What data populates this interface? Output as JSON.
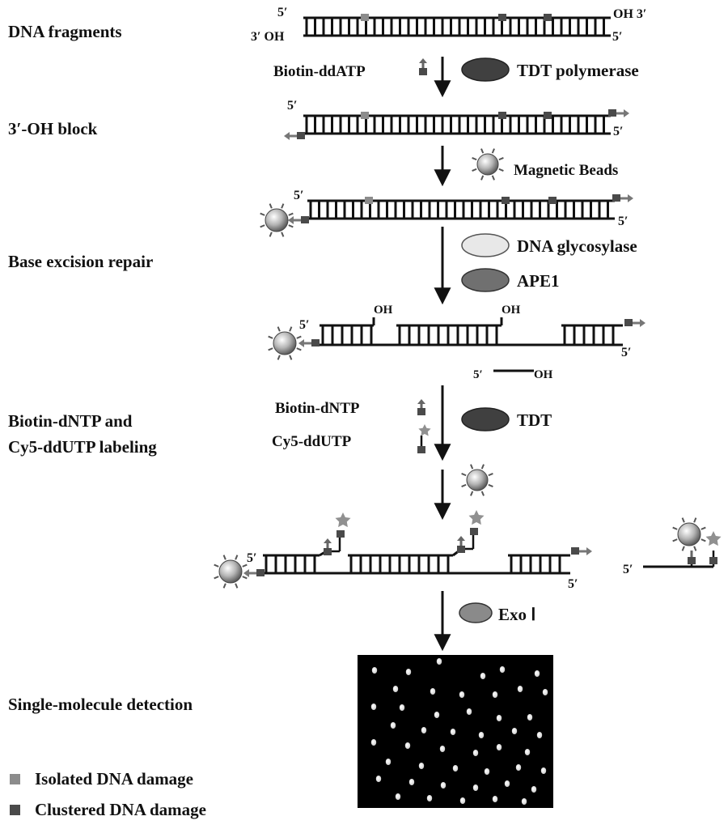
{
  "steps": {
    "dna_fragments": "DNA fragments",
    "oh_block": "3′-OH  block",
    "ber": "Base excision repair",
    "labeling_line1": "Biotin-dNTP and",
    "labeling_line2": "Cy5-ddUTP labeling",
    "detection": "Single-molecule detection"
  },
  "labels": {
    "five_prime": "5′",
    "oh3": "OH 3′",
    "three_oh": "3′ OH",
    "oh": "OH",
    "biotin_ddatp": "Biotin-ddATP",
    "tdt_polymerase": "TDT polymerase",
    "magnetic_beads": "Magnetic  Beads",
    "dna_glycosylase": "DNA glycosylase",
    "ape1": "APE1",
    "biotin_dntp": "Biotin-dNTP",
    "cy5_ddutp": "Cy5-ddUTP",
    "tdt": "TDT",
    "exo": "Exo  Ⅰ"
  },
  "legend": {
    "isolated": "Isolated DNA damage",
    "clustered": "Clustered DNA damage"
  },
  "colors": {
    "isolated": "#8c8c8c",
    "clustered": "#4a4a4a",
    "tdt_enzyme": "#404040",
    "glycosylase": "#e8e8e8",
    "ape1": "#707070",
    "exo": "#8a8a8a",
    "cy5_star": "#909090",
    "detection_bg": "#000000"
  }
}
